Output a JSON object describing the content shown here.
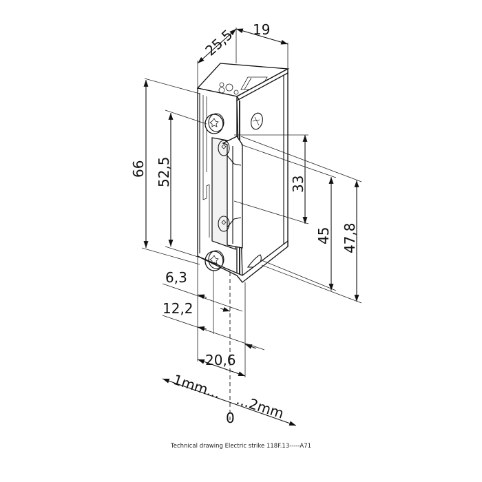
{
  "drawing": {
    "subject": "Electric strike",
    "dimensions": {
      "depth": "25,5",
      "width": "19",
      "overall_height": "66",
      "screw_spacing": "52,5",
      "latch_opening": "33",
      "faceplate_height": "45",
      "strike_height": "47,8",
      "offset_1": "6,3",
      "offset_2": "12,2",
      "total_offset": "20,6"
    },
    "adjustment": {
      "left_label": "1mm...",
      "right_label": "...2mm",
      "center_label": "0"
    }
  },
  "caption": "Technical drawing Electric strike 118F.13-----A71"
}
